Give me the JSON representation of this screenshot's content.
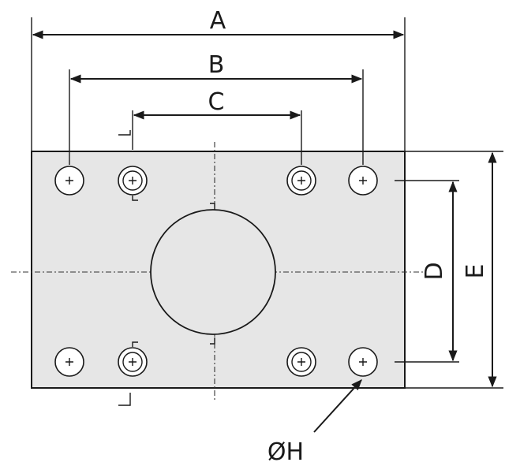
{
  "diagram": {
    "labels": {
      "a": "A",
      "b": "B",
      "c": "C",
      "d": "D",
      "e": "E",
      "h": "ØH"
    },
    "colors": {
      "plate_fill": "#e6e6e6",
      "hole_fill": "#ffffff",
      "line": "#1a1a1a"
    },
    "icons": {
      "plain_hole": "plus-icon",
      "counterbore_hole": "double-ring-plus-icon"
    }
  }
}
